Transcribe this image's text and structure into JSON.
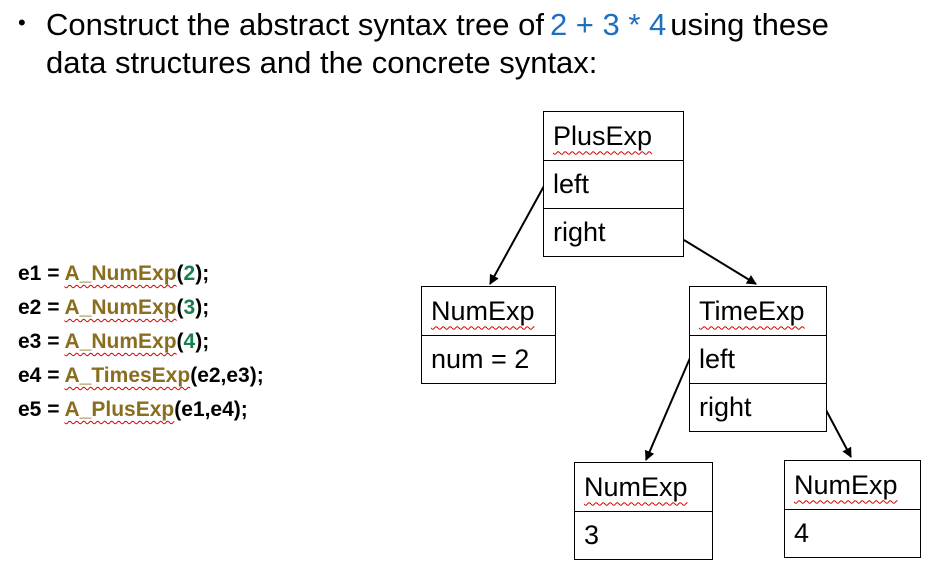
{
  "heading": {
    "bullet": "•",
    "line1_before": "Construct the abstract syntax tree of",
    "expression": "2 + 3 * 4",
    "line1_after": "using these",
    "line2": "data structures and the concrete syntax:"
  },
  "code": [
    {
      "var": "e1",
      "op": " = ",
      "fn": "A_NumExp",
      "open": "(",
      "args": "2",
      "close": ");",
      "args_numeric": true
    },
    {
      "var": "e2",
      "op": " = ",
      "fn": "A_NumExp",
      "open": "(",
      "args": "3",
      "close": ");",
      "args_numeric": true
    },
    {
      "var": "e3",
      "op": " = ",
      "fn": "A_NumExp",
      "open": "(",
      "args": "4",
      "close": ");",
      "args_numeric": true
    },
    {
      "var": "e4",
      "op": " = ",
      "fn": "A_TimesExp",
      "open": "(",
      "args": "e2,e3",
      "close": ");",
      "args_numeric": false
    },
    {
      "var": "e5",
      "op": " = ",
      "fn": "A_PlusExp",
      "open": "(",
      "args": "e1,e4",
      "close": ");",
      "args_numeric": false
    }
  ],
  "tree": {
    "plus": {
      "name": "PlusExp",
      "fields": [
        "left",
        "right"
      ]
    },
    "num_left": {
      "name": "NumExp",
      "fields": [
        "num = 2"
      ]
    },
    "times": {
      "name": "TimeExp",
      "fields": [
        "left",
        "right"
      ]
    },
    "num_3": {
      "name": "NumExp",
      "fields": [
        "3"
      ]
    },
    "num_4": {
      "name": "NumExp",
      "fields": [
        "4"
      ]
    }
  },
  "colors": {
    "expression": "#1f6fc0",
    "function_name": "#8a6d1f",
    "number_literal": "#14804a",
    "spellcheck_underline": "#d20000"
  }
}
